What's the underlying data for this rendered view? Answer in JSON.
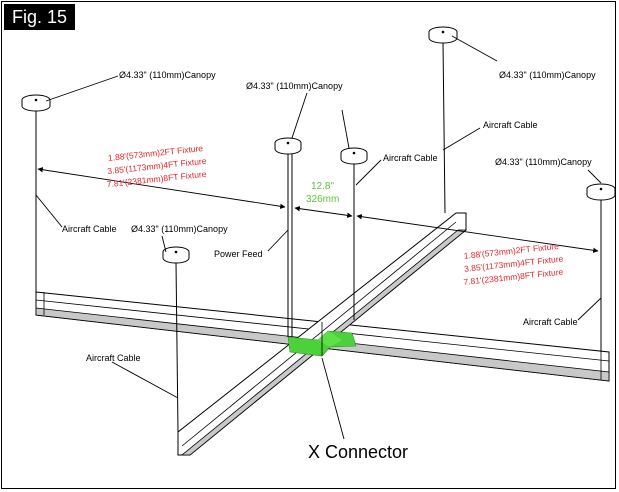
{
  "figure_label": "Fig. 15",
  "canopy_label": "Ø4.33\" (110mm)Canopy",
  "aircraft_cable_label": "Aircraft Cable",
  "power_feed_label": "Power Feed",
  "connector_label": "X Connector",
  "dim_left": {
    "line1": "1.88'(573mm)2FT Fixture",
    "line2": "3.85'(1173mm)4FT Fixture",
    "line3": "7.81'(2381mm)8FT Fixture"
  },
  "dim_right": {
    "line1": "1.88'(573mm)2FT Fixture",
    "line2": "3.85'(1173mm)4FT Fixture",
    "line3": "7.81'(2381mm)8FT Fixture"
  },
  "center_dim": {
    "inches": "12.8\"",
    "mm": "326mm"
  },
  "colors": {
    "dimension_red": "#e0282c",
    "center_green": "#5ec43c",
    "connector_green": "#4cd13a",
    "fixture_gray": "#c8c8c8"
  }
}
